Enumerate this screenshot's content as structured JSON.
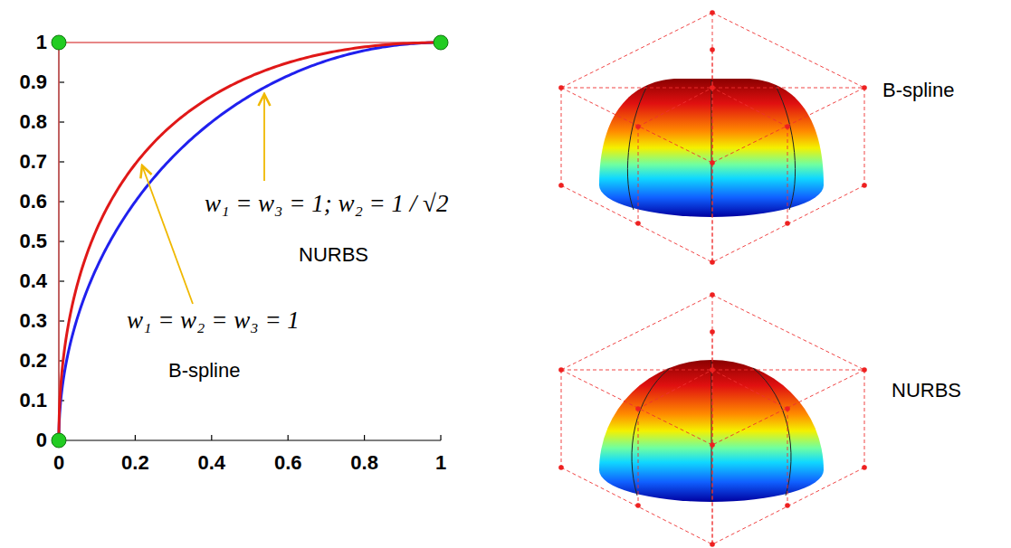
{
  "diagram": {
    "labels": [
      "1",
      "0.9",
      "0.8",
      "0.7",
      "0.6",
      "0.5",
      "0.4",
      "0.3",
      "0.2",
      "0.1",
      "0",
      "0",
      "0.2",
      "0.4",
      "0.6",
      "0.8",
      "1",
      "w₁ = w₃ = 1; w₂ = 1 / √2",
      "NURBS",
      "w₁ = w₂ = w₃ = 1",
      "B-spline",
      "B-spline",
      "NURBS"
    ]
  }
}
